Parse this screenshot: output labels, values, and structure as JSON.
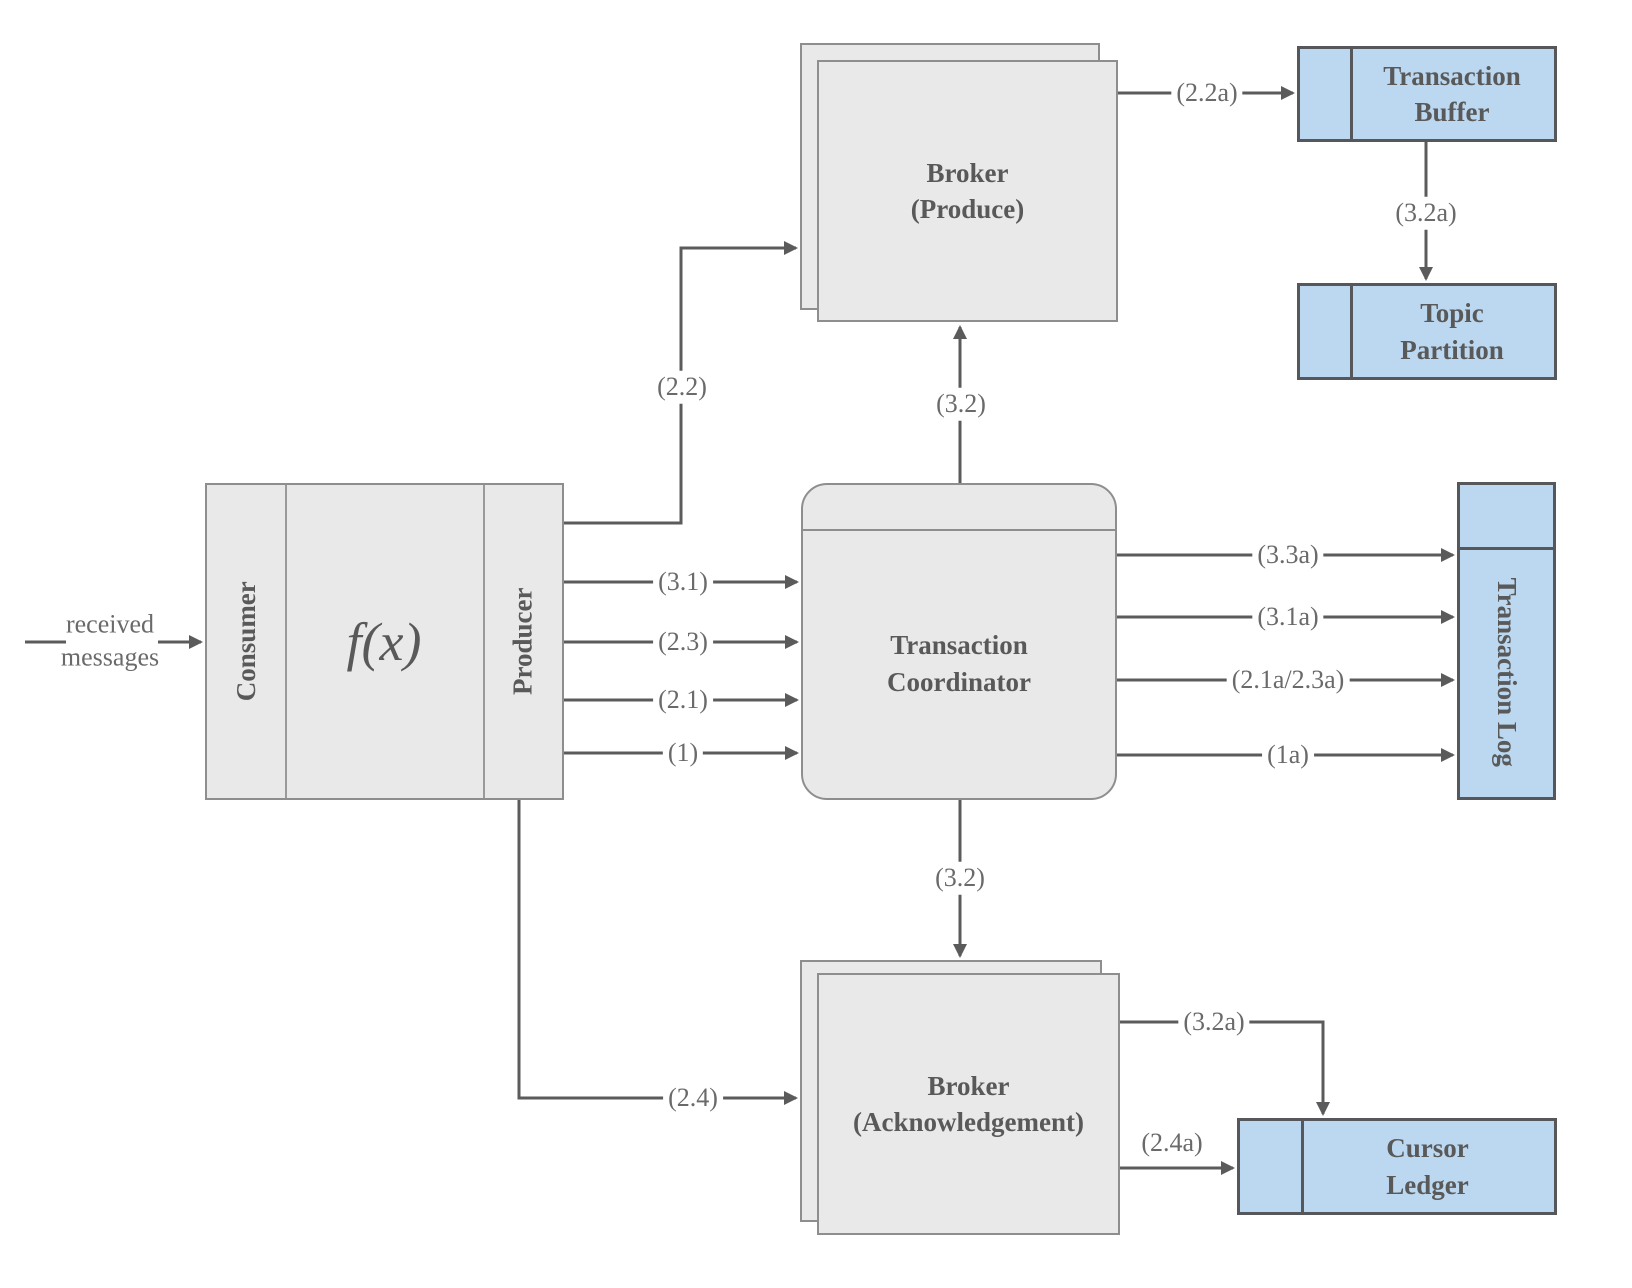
{
  "diagram": {
    "colors": {
      "node_gray_fill": "#e9e9e9",
      "node_blue_fill": "#bcd8f0",
      "gray_border": "#8e8e8e",
      "blue_border": "#55575b",
      "arrow": "#5b5b5b",
      "node_text": "#595959",
      "edge_text": "#6a6a6a"
    },
    "nodes": {
      "processor": {
        "consumer": "Consumer",
        "function": "f(x)",
        "producer": "Producer"
      },
      "broker_produce": {
        "line1": "Broker",
        "line2": "(Produce)"
      },
      "transaction_coordinator": {
        "line1": "Transaction",
        "line2": "Coordinator"
      },
      "broker_ack": {
        "line1": "Broker",
        "line2": "(Acknowledgement)"
      },
      "transaction_buffer": {
        "line1": "Transaction",
        "line2": "Buffer"
      },
      "topic_partition": {
        "line1": "Topic",
        "line2": "Partition"
      },
      "transaction_log": {
        "label": "Transaction Log"
      },
      "cursor_ledger": {
        "line1": "Cursor",
        "line2": "Ledger"
      }
    },
    "edges": {
      "received": {
        "line1": "received",
        "line2": "messages"
      },
      "e22": "(2.2)",
      "e31": "(3.1)",
      "e23": "(2.3)",
      "e21": "(2.1)",
      "e1": "(1)",
      "e32_up": "(3.2)",
      "e32_down": "(3.2)",
      "e22a": "(2.2a)",
      "e32a_top": "(3.2a)",
      "e33a": "(3.3a)",
      "e31a": "(3.1a)",
      "e21a23a": "(2.1a/2.3a)",
      "e1a": "(1a)",
      "e24": "(2.4)",
      "e32a_bottom": "(3.2a)",
      "e24a": "(2.4a)"
    }
  }
}
